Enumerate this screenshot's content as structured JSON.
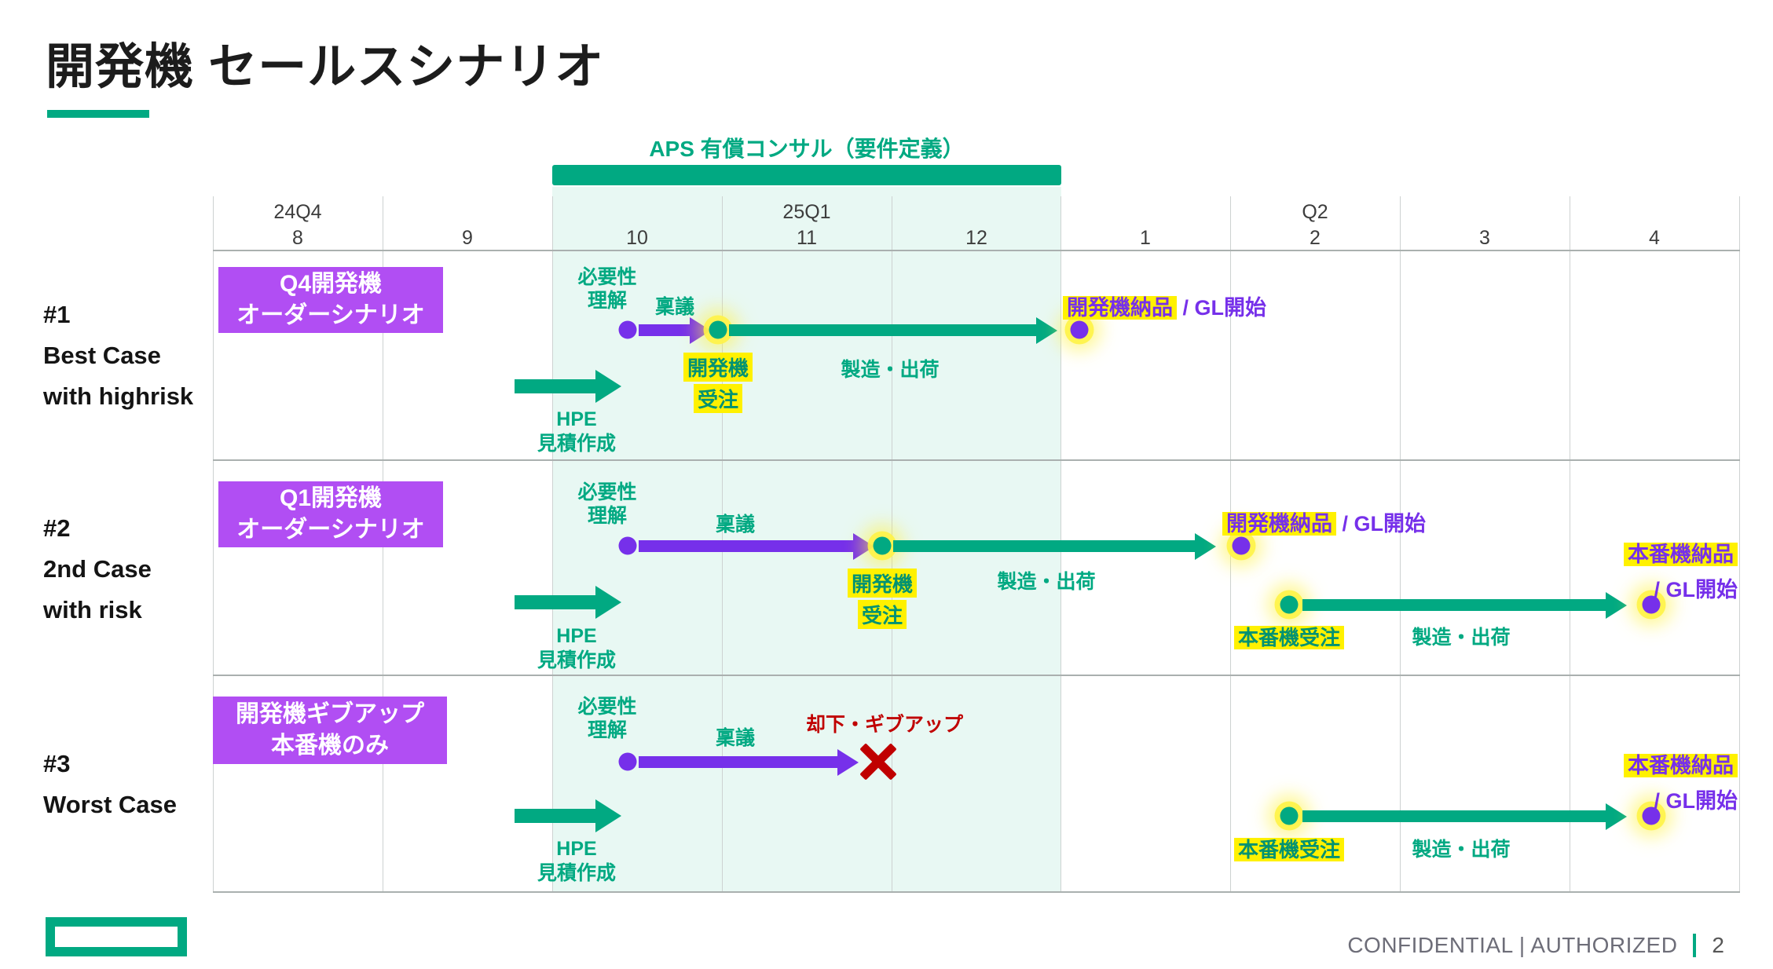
{
  "slide": {
    "title": "開発機 セールスシナリオ",
    "aps_label": "APS 有償コンサル（要件定義）",
    "footer": {
      "confidential": "CONFIDENTIAL | AUTHORIZED",
      "page": "2"
    }
  },
  "colors": {
    "hpe_green": "#01A982",
    "purple_box": "#B14EF3",
    "purple_dark": "#7630EA",
    "highlight_yellow": "#FFF100",
    "alert_red": "#C00000",
    "band_teal": "#E8F8F3"
  },
  "timeline": {
    "quarters": [
      "24Q4",
      "25Q1",
      "Q2"
    ],
    "months": [
      "8",
      "9",
      "10",
      "11",
      "12",
      "1",
      "2",
      "3",
      "4"
    ]
  },
  "labels": {
    "need_1": "必要性",
    "need_2": "理解",
    "ringi": "稟議",
    "dev_order_1": "開発機",
    "dev_order_2": "受注",
    "mfg_ship": "製造・出荷",
    "dev_delivery": "開発機納品",
    "gl_start": " / GL開始",
    "gl_start_2": "/ GL開始",
    "hpe": "HPE",
    "quote": "見積作成",
    "prod_order": "本番機受注",
    "prod_delivery": "本番機納品",
    "reject": "却下・ギブアップ"
  },
  "rows": {
    "r1": {
      "num": "#1",
      "case_lines": [
        "Best Case",
        "with highrisk"
      ],
      "box_line1": "Q4開発機",
      "box_line2": "オーダーシナリオ"
    },
    "r2": {
      "num": "#2",
      "case_lines": [
        "2nd Case",
        "with risk"
      ],
      "box_line1": "Q1開発機",
      "box_line2": "オーダーシナリオ"
    },
    "r3": {
      "num": "#3",
      "case_lines": [
        "Worst Case"
      ],
      "box_line1": "開発機ギブアップ",
      "box_line2": "本番機のみ"
    }
  }
}
